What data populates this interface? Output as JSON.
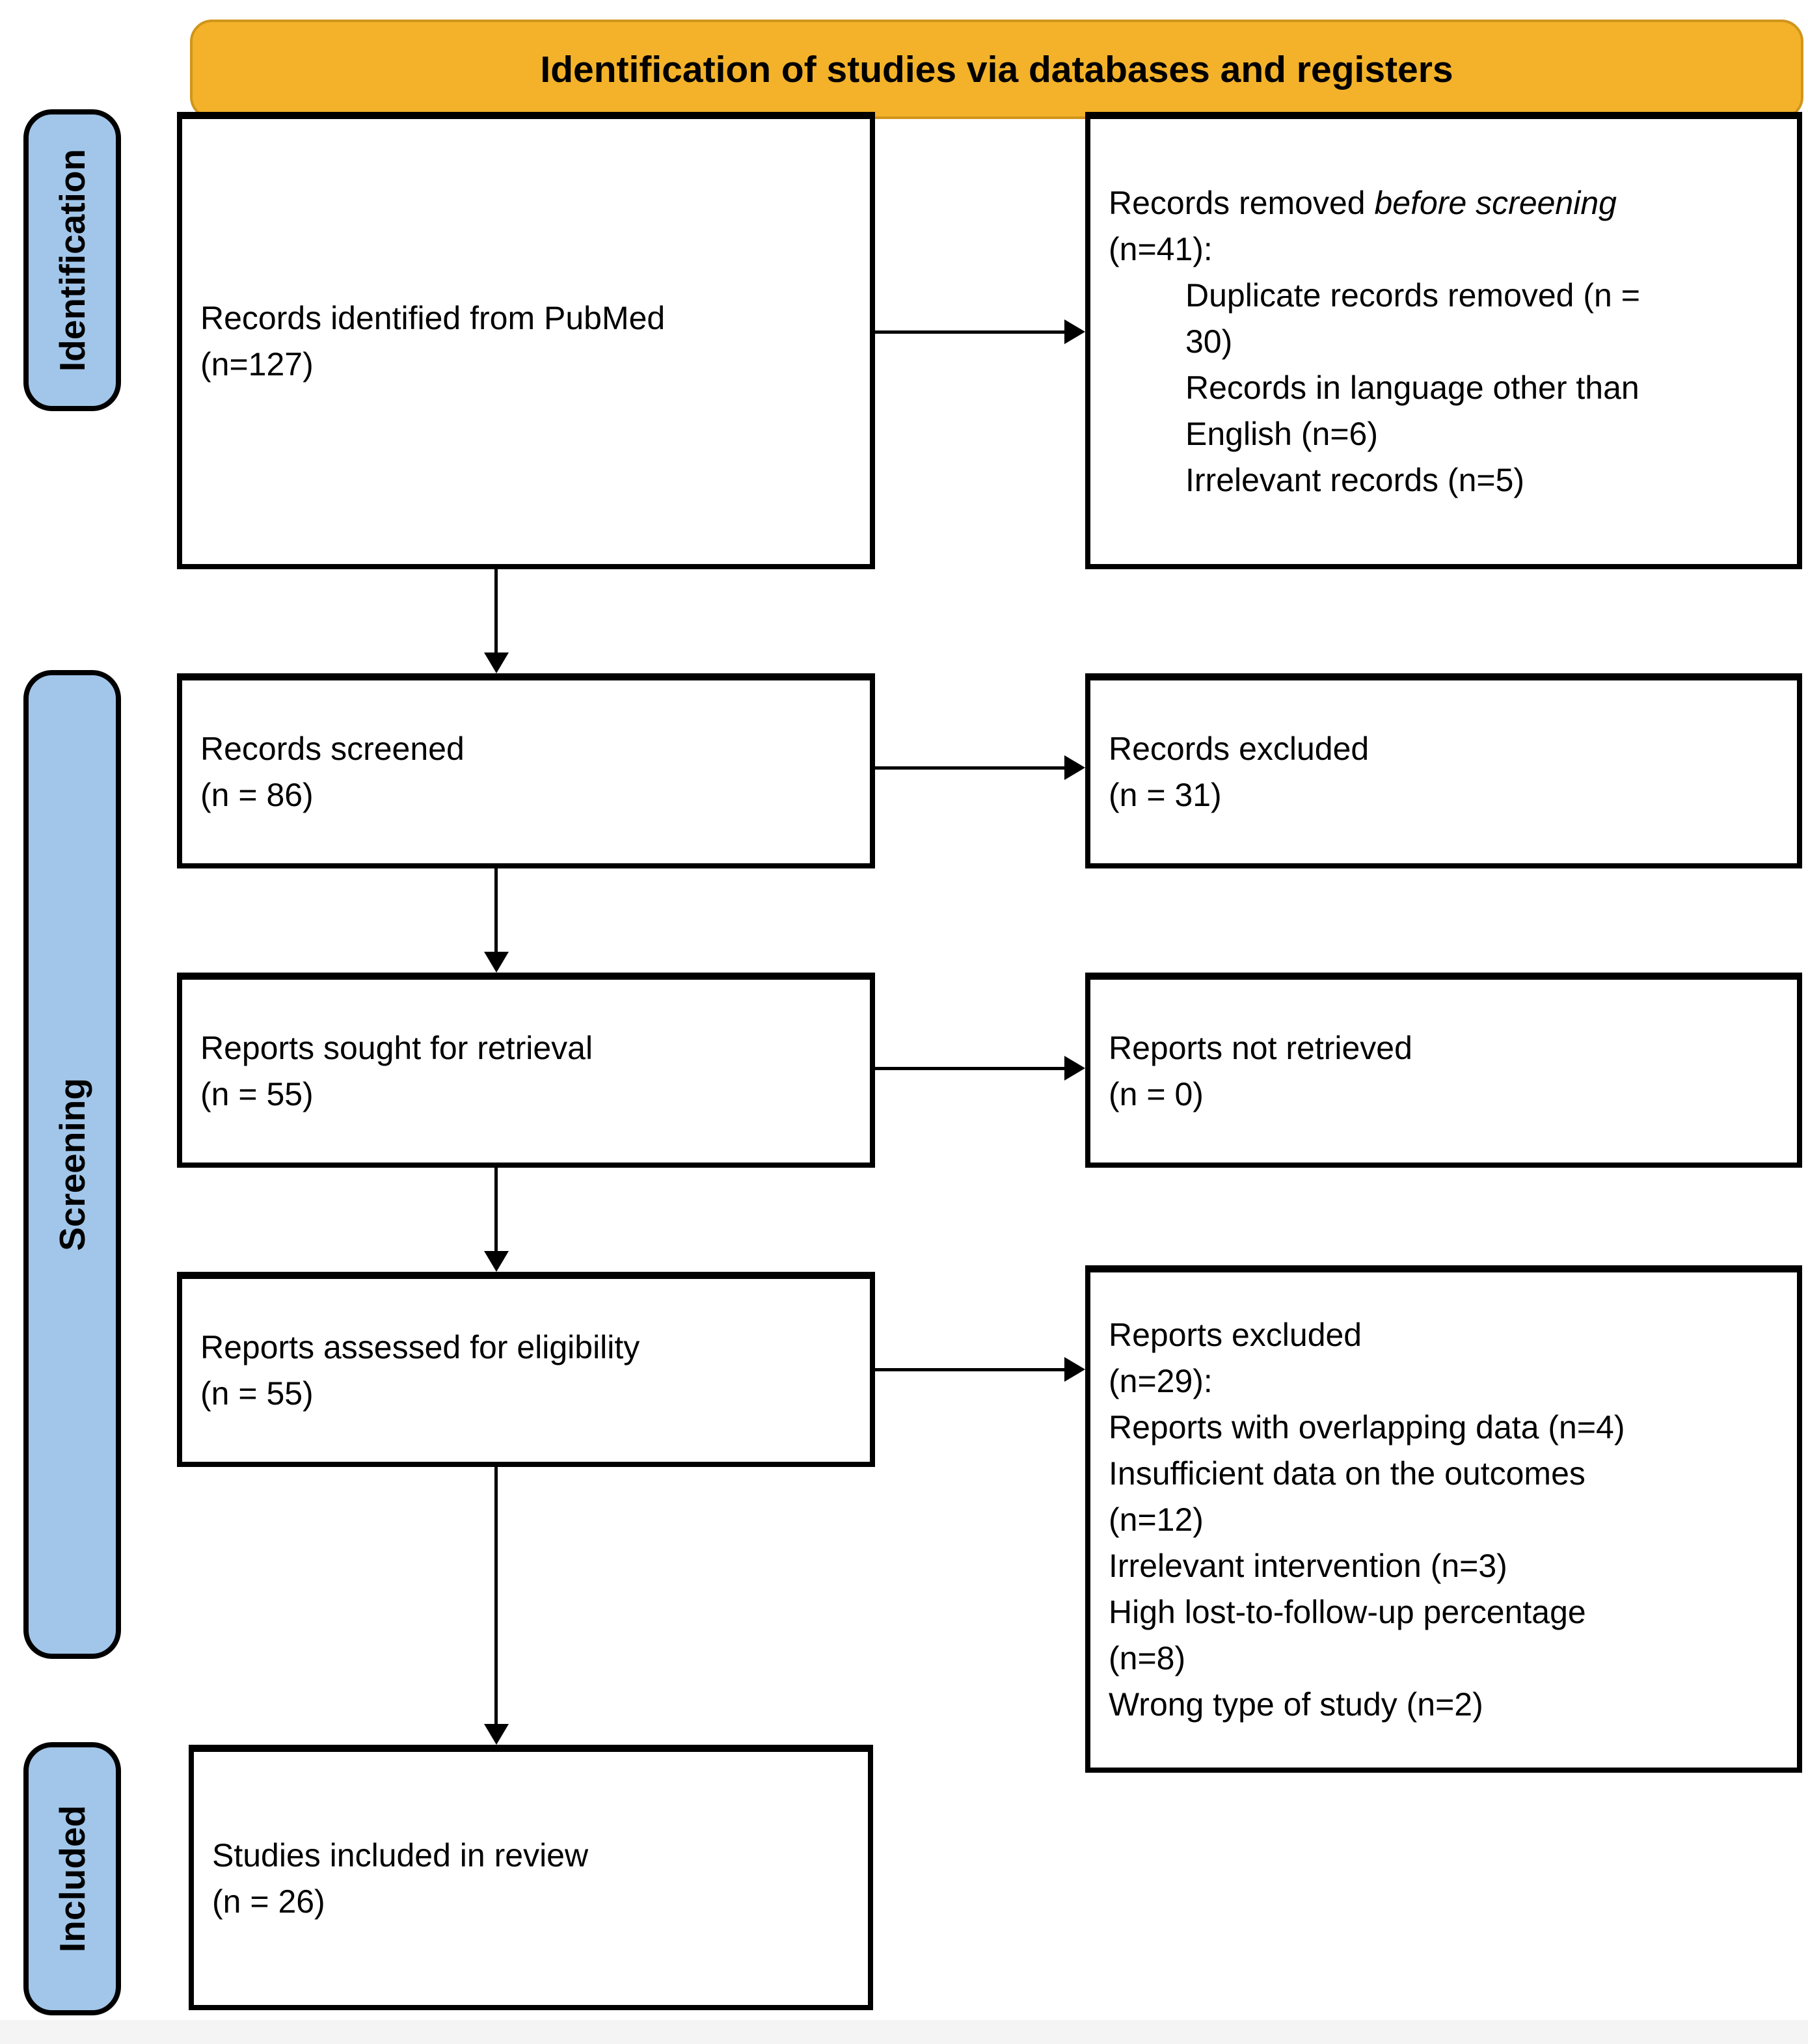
{
  "banner": {
    "title": "Identification of studies via databases and registers",
    "bg_color": "#F3B229",
    "border_color": "#D0951B"
  },
  "stages": [
    {
      "label": "Identification"
    },
    {
      "label": "Screening"
    },
    {
      "label": "Included"
    }
  ],
  "colors": {
    "stage_fill": "#A2C6E9",
    "box_border": "#000000",
    "box_bg": "#FFFFFF",
    "arrow": "#000000",
    "footer_strip": "#F4F4F4"
  },
  "boxes": {
    "identified": {
      "line1": "Records identified from PubMed",
      "line2": "(n=127)"
    },
    "removed": {
      "line1_prefix": "Records removed ",
      "line1_italic": "before screening",
      "line2": "(n=41):",
      "items": [
        "Duplicate records removed  (n =",
        "30)",
        "Records in language other than",
        "English (n=6)",
        "Irrelevant records (n=5)"
      ]
    },
    "screened": {
      "line1": "Records screened",
      "line2": "(n = 86)"
    },
    "excluded": {
      "line1": "Records excluded",
      "line2": "(n = 31)"
    },
    "sought": {
      "line1": "Reports sought for retrieval",
      "line2": "(n = 55)"
    },
    "not_retrieved": {
      "line1": "Reports not retrieved",
      "line2": "(n = 0)"
    },
    "assessed": {
      "line1": "Reports assessed for eligibility",
      "line2": "(n = 55)"
    },
    "reports_excluded": {
      "lines": [
        "Reports excluded",
        "(n=29):",
        "Reports with overlapping data (n=4)",
        "Insufficient data on the outcomes",
        "(n=12)",
        "Irrelevant intervention (n=3)",
        "High lost-to-follow-up percentage",
        "(n=8)",
        "Wrong type of study (n=2)"
      ]
    },
    "included": {
      "line1": "Studies included in review",
      "line2": "(n = 26)"
    }
  }
}
